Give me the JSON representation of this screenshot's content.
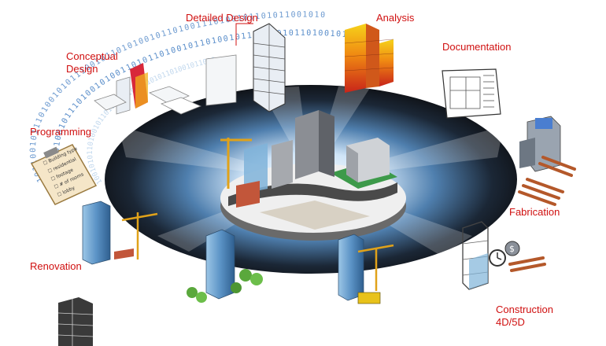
{
  "diagram": {
    "stages": {
      "detailed_design": "Detailed Design",
      "analysis": "Analysis",
      "conceptual_design": [
        "Conceptual",
        "Design"
      ],
      "documentation": "Documentation",
      "programming": "Programming",
      "fabrication": "Fabrication",
      "renovation": "Renovation",
      "construction": [
        "Construction",
        "4D/5D"
      ]
    },
    "binary_ring": {
      "outer": "1011001011101001010111001011010100101101001110100101101011001010",
      "middle": "0101101001011101001010011010110100101101001011101001011010010101",
      "inner": "1001010110100101101001011010010101101001011010"
    },
    "clipboard_lines": [
      "Building type",
      "residential",
      "footage",
      "# of rooms",
      "lobby"
    ],
    "colors": {
      "label": "#d01010",
      "ring_text": "#3a78c0",
      "lens_dark": "#0c0c0e",
      "lens_light": "#cfe4f7"
    }
  }
}
